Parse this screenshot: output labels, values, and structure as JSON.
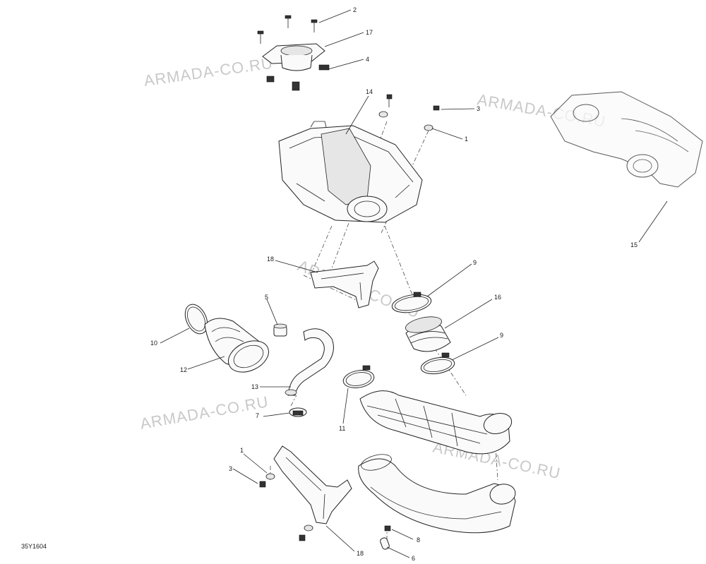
{
  "diagram_code": "35Y1604",
  "watermarks": [
    "ARMADA-CO.RU",
    "ARMADA-CO.RU",
    "ARMADA-CO.RU",
    "ARMADA-CO.RU",
    "ARMADA-CO.RU"
  ],
  "callouts": [
    "2",
    "17",
    "4",
    "14",
    "3",
    "1",
    "15",
    "18",
    "9",
    "5",
    "16",
    "10",
    "9",
    "12",
    "13",
    "11",
    "7",
    "1",
    "3",
    "8",
    "18",
    "6"
  ]
}
